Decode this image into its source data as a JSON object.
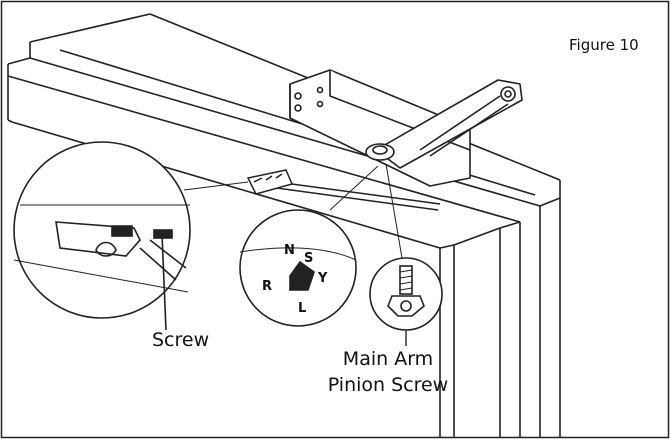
{
  "figure": {
    "title": "Figure 10",
    "labels": {
      "screw": "Screw",
      "main_arm_line1": "Main Arm",
      "main_arm_line2": "Pinion Screw"
    },
    "pinion_letters": [
      "N",
      "S",
      "Y",
      "L",
      "R"
    ]
  }
}
